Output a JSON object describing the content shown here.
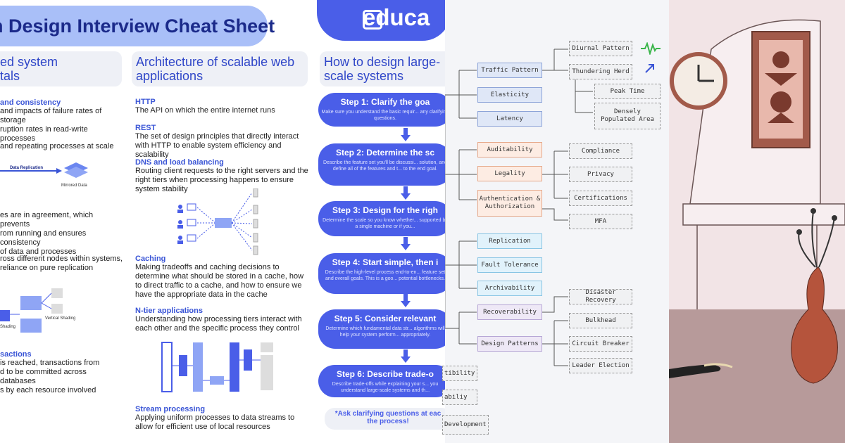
{
  "panel1": {
    "banner": "n Design Interview Cheat Sheet",
    "col1": {
      "header": "ed system\ntals",
      "sections": [
        {
          "title": "and consistency",
          "body": "and impacts of failure rates of storage\nruption rates in read-write processes"
        },
        {
          "title": "",
          "body": "and repeating processes at scale"
        },
        {
          "title": "",
          "body": "es are in agreement, which prevents\nrom running and ensures consistency\nof data and processes"
        },
        {
          "title": "",
          "body": "ross different nodes within systems,\nreliance on pure replication"
        },
        {
          "title": "sactions",
          "body": "is reached, transactions from\nd to be committed across databases\ns by each resource involved"
        }
      ],
      "diagram_labels": {
        "data_replication": "Data Replication",
        "mirrored_data": "Mirrored Data",
        "shading": "Shading",
        "vertical_shading": "Vertical Shading"
      }
    },
    "col2": {
      "header": "Architecture of scalable web applications",
      "sections": [
        {
          "title": "HTTP",
          "body": "The API on which the entire internet runs"
        },
        {
          "title": "REST",
          "body": "The set of design principles that directly interact with HTTP to enable system efficiency and scalability"
        },
        {
          "title": "DNS and load balancing",
          "body": "Routing client requests to the right servers and the right tiers when processing happens to ensure system stability"
        },
        {
          "title": "Caching",
          "body": "Making tradeoffs and caching decisions to determine what should be stored in a cache, how to direct traffic to a cache, and how to ensure we have the appropriate data in the cache"
        },
        {
          "title": "N-tier applications",
          "body": "Understanding how processing tiers interact with each other and the specific process they control"
        },
        {
          "title": "Stream processing",
          "body": "Applying uniform processes to data streams to allow for efficient use of local resources"
        }
      ]
    },
    "col3": {
      "brand": "educa",
      "header": "How to design large-scale systems",
      "steps": [
        {
          "title": "Step 1: Clarify the goa",
          "body": "Make sure you understand the basic requir... any clarifying questions."
        },
        {
          "title": "Step 2: Determine the sc",
          "body": "Describe the feature set you'll be discussi... solution, and define all of the features and t... to the end goal."
        },
        {
          "title": "Step 3: Design for the righ",
          "body": "Determine the scale so you know whether... supported by a single machine or if you..."
        },
        {
          "title": "Step 4: Start simple, then i",
          "body": "Describe the high-level process end-to-en... feature set and overall goals. This is a goo... potential bottlenecks."
        },
        {
          "title": "Step 5: Consider relevant",
          "body": "Determine which fundamental data str... algorithms will help your system perform... appropriately."
        },
        {
          "title": "Step 6: Describe trade-o",
          "body": "Describe trade-offs while explaining your s... you understand large-scale systems and th..."
        }
      ],
      "note": "*Ask clarifying questions at eac\nthe process!"
    }
  },
  "panel2": {
    "group1": {
      "items": [
        "Traffic Pattern",
        "Elasticity",
        "Latency"
      ],
      "leaves": [
        "Diurnal Pattern",
        "Thundering Herd",
        "Peak Time",
        "Densely\nPopulated Area"
      ]
    },
    "group2": {
      "items": [
        "Auditability",
        "Legality",
        "Authentication &\nAuthorization"
      ],
      "leaves": [
        "Compliance",
        "Privacy",
        "Certifications",
        "MFA"
      ]
    },
    "group3": {
      "items": [
        "Replication",
        "Fault Tolerance",
        "Archivability"
      ]
    },
    "group4": {
      "items": [
        "Recoverability",
        "Design Patterns"
      ],
      "leaves": [
        "Disaster Recovery",
        "Bulkhead",
        "Circuit Breaker",
        "Leader Election"
      ]
    },
    "left_fragments": [
      "tibility",
      "abiliy",
      "Development"
    ],
    "colors": {
      "blue": "#dfe7f7",
      "orange": "#fdece3",
      "cyan": "#e1f2fb",
      "purple": "#eee8f6"
    }
  },
  "panel3": {
    "colors": {
      "wall": "#f2e4e6",
      "floor": "#b79a9a",
      "vase": "#b5543c",
      "frame": "#a25a4a"
    }
  }
}
